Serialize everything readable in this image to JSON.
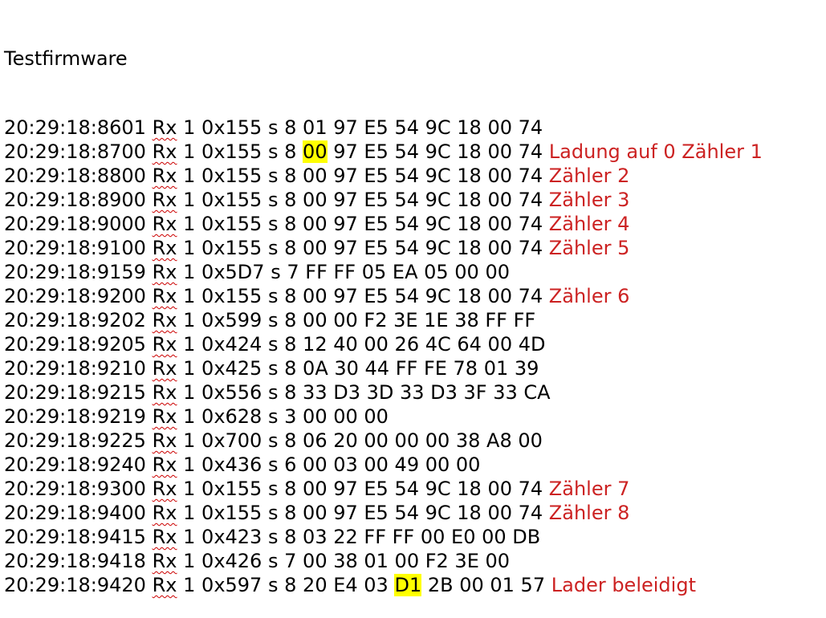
{
  "title": "Testfirmware",
  "colors": {
    "annotation": "#cc2222",
    "highlight": "#ffff00",
    "spellcheck_underline": "#cc0000"
  },
  "lines": [
    {
      "time": "20:29:18:8601",
      "rx": "Rx",
      "channel": "1",
      "id": "0x155",
      "s": "s",
      "dlc": "8",
      "before": "",
      "hl": "",
      "after": "01 97 E5 54 9C 18 00 74",
      "note": ""
    },
    {
      "time": "20:29:18:8700",
      "rx": "Rx",
      "channel": "1",
      "id": "0x155",
      "s": "s",
      "dlc": "8",
      "before": "",
      "hl": "00",
      "after": "97 E5 54 9C 18 00 74",
      "note": "Ladung auf 0 Zähler 1"
    },
    {
      "time": "20:29:18:8800",
      "rx": "Rx",
      "channel": "1",
      "id": "0x155",
      "s": "s",
      "dlc": "8",
      "before": "",
      "hl": "",
      "after": "00 97 E5 54 9C 18 00 74",
      "note": "Zähler 2"
    },
    {
      "time": "20:29:18:8900",
      "rx": "Rx",
      "channel": "1",
      "id": "0x155",
      "s": "s",
      "dlc": "8",
      "before": "",
      "hl": "",
      "after": "00 97 E5 54 9C 18 00 74",
      "note": "Zähler 3"
    },
    {
      "time": "20:29:18:9000",
      "rx": "Rx",
      "channel": "1",
      "id": "0x155",
      "s": "s",
      "dlc": "8",
      "before": "",
      "hl": "",
      "after": "00 97 E5 54 9C 18 00 74",
      "note": "Zähler 4"
    },
    {
      "time": "20:29:18:9100",
      "rx": "Rx",
      "channel": "1",
      "id": "0x155",
      "s": "s",
      "dlc": "8",
      "before": "",
      "hl": "",
      "after": "00 97 E5 54 9C 18 00 74",
      "note": "Zähler 5"
    },
    {
      "time": "20:29:18:9159",
      "rx": "Rx",
      "channel": "1",
      "id": "0x5D7",
      "s": "s",
      "dlc": "7",
      "before": "",
      "hl": "",
      "after": "FF FF 05 EA 05 00 00",
      "note": ""
    },
    {
      "time": "20:29:18:9200",
      "rx": "Rx",
      "channel": "1",
      "id": "0x155",
      "s": "s",
      "dlc": "8",
      "before": "",
      "hl": "",
      "after": "00 97 E5 54 9C 18 00 74",
      "note": "Zähler 6"
    },
    {
      "time": "20:29:18:9202",
      "rx": "Rx",
      "channel": "1",
      "id": "0x599",
      "s": "s",
      "dlc": "8",
      "before": "",
      "hl": "",
      "after": "00 00 F2 3E 1E 38 FF FF",
      "note": ""
    },
    {
      "time": "20:29:18:9205",
      "rx": "Rx",
      "channel": "1",
      "id": "0x424",
      "s": "s",
      "dlc": "8",
      "before": "",
      "hl": "",
      "after": "12 40 00 26 4C 64 00 4D",
      "note": ""
    },
    {
      "time": "20:29:18:9210",
      "rx": "Rx",
      "channel": "1",
      "id": "0x425",
      "s": "s",
      "dlc": "8",
      "before": "",
      "hl": "",
      "after": "0A 30 44 FF FE 78 01 39",
      "note": ""
    },
    {
      "time": "20:29:18:9215",
      "rx": "Rx",
      "channel": "1",
      "id": "0x556",
      "s": "s",
      "dlc": "8",
      "before": "",
      "hl": "",
      "after": "33 D3 3D 33 D3 3F 33 CA",
      "note": ""
    },
    {
      "time": "20:29:18:9219",
      "rx": "Rx",
      "channel": "1",
      "id": "0x628",
      "s": "s",
      "dlc": "3",
      "before": "",
      "hl": "",
      "after": "00 00 00",
      "note": ""
    },
    {
      "time": "20:29:18:9225",
      "rx": "Rx",
      "channel": "1",
      "id": "0x700",
      "s": "s",
      "dlc": "8",
      "before": "",
      "hl": "",
      "after": "06 20 00 00 00 38 A8 00",
      "note": ""
    },
    {
      "time": "20:29:18:9240",
      "rx": "Rx",
      "channel": "1",
      "id": "0x436",
      "s": "s",
      "dlc": "6",
      "before": "",
      "hl": "",
      "after": "00 03 00 49 00 00",
      "note": ""
    },
    {
      "time": "20:29:18:9300",
      "rx": "Rx",
      "channel": "1",
      "id": "0x155",
      "s": "s",
      "dlc": "8",
      "before": "",
      "hl": "",
      "after": "00 97 E5 54 9C 18 00 74",
      "note": "Zähler 7"
    },
    {
      "time": "20:29:18:9400",
      "rx": "Rx",
      "channel": "1",
      "id": "0x155",
      "s": "s",
      "dlc": "8",
      "before": "",
      "hl": "",
      "after": "00 97 E5 54 9C 18 00 74",
      "note": "Zähler 8"
    },
    {
      "time": "20:29:18:9415",
      "rx": "Rx",
      "channel": "1",
      "id": "0x423",
      "s": "s",
      "dlc": "8",
      "before": "",
      "hl": "",
      "after": "03 22 FF FF 00 E0 00 DB",
      "note": ""
    },
    {
      "time": "20:29:18:9418",
      "rx": "Rx",
      "channel": "1",
      "id": "0x426",
      "s": "s",
      "dlc": "7",
      "before": "",
      "hl": "",
      "after": "00 38 01 00 F2 3E 00",
      "note": ""
    },
    {
      "time": "20:29:18:9420",
      "rx": "Rx",
      "channel": "1",
      "id": "0x597",
      "s": "s",
      "dlc": "8",
      "before": "20 E4 03",
      "hl": "D1",
      "after": "2B 00 01 57",
      "note": "Lader beleidigt"
    }
  ]
}
